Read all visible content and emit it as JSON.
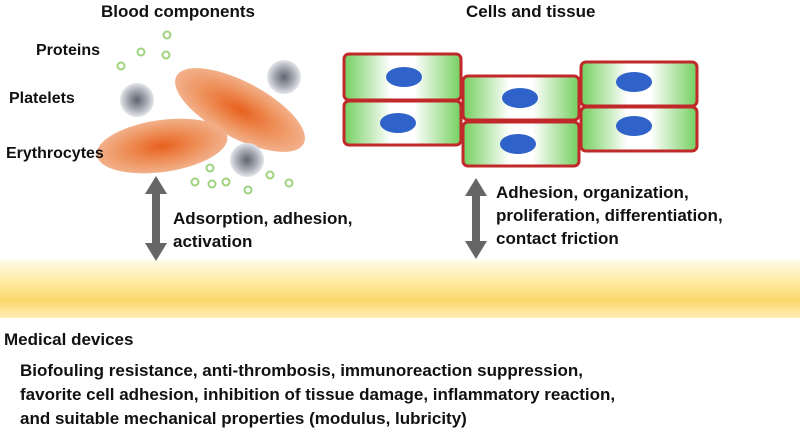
{
  "blood": {
    "title": "Blood components",
    "proteins": "Proteins",
    "platelets": "Platelets",
    "erythrocytes": "Erythrocytes",
    "interaction": [
      "Adsorption, adhesion,",
      "activation"
    ]
  },
  "cells": {
    "title": "Cells and tissue",
    "interaction": [
      "Adhesion, organization,",
      "proliferation, differentiation,",
      "contact friction"
    ]
  },
  "devices": {
    "title": "Medical devices",
    "requirements": [
      "Biofouling resistance, anti-thrombosis, immunoreaction suppression,",
      "favorite cell adhesion, inhibition of tissue damage, inflammatory reaction,",
      "and suitable mechanical properties (modulus, lubricity)"
    ]
  },
  "colors": {
    "erythrocyte": "#e8814a",
    "platelet": "#b9bcc4",
    "protein": "#9fd27f",
    "cell_border": "#c0282a",
    "cell_fill": "#7fd36a",
    "nucleus": "#2f63c9",
    "arrow": "#666666",
    "surface": "#fbd86a"
  }
}
